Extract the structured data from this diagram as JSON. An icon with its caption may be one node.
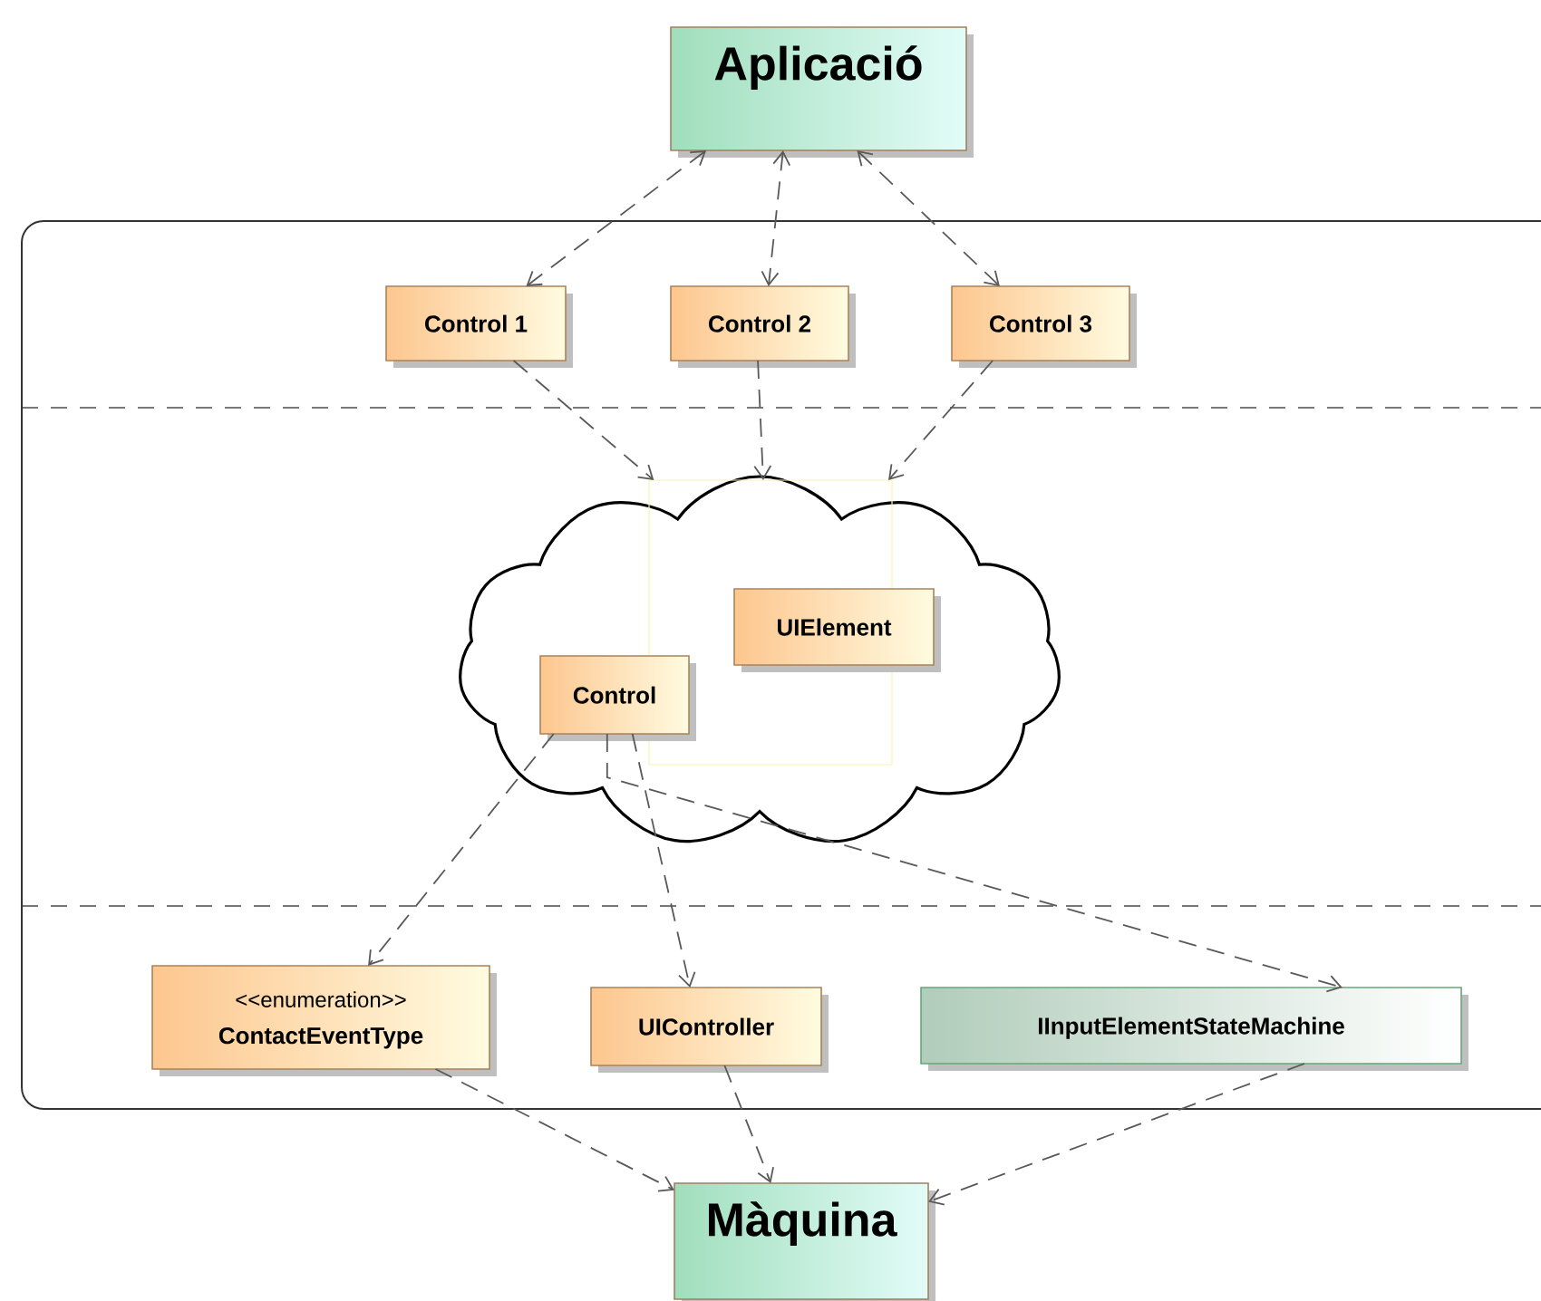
{
  "diagram": {
    "nodes": [
      {
        "text": [
          "Aplicació"
        ]
      },
      {
        "text": [],
        "shape": "box"
      },
      {
        "text": [
          "Control 1"
        ],
        "in": 1
      },
      {
        "text": [
          "Control 2"
        ],
        "in": 1
      },
      {
        "text": [
          "Control 3"
        ],
        "in": 1
      },
      {
        "text": [],
        "shape": "cloud",
        "in": 1
      },
      {
        "text": [],
        "shape": "box",
        "in": 5
      },
      {
        "text": [
          "UIElement"
        ],
        "in": 5
      },
      {
        "text": [
          "Control"
        ],
        "in": 5
      },
      {
        "text": [
          "<<enumeration>>",
          "ContactEventType"
        ],
        "in": 1
      },
      {
        "text": [
          "UIController"
        ],
        "in": 1
      },
      {
        "text": [
          "IInputElementStateMachine"
        ],
        "in": 1
      },
      {
        "text": [
          "Màquina"
        ]
      }
    ],
    "edges": [
      {
        "from": 0,
        "to": 2,
        "arrow": "both",
        "style": "dashed"
      },
      {
        "from": 0,
        "to": 3,
        "arrow": "both",
        "style": "dashed"
      },
      {
        "from": 0,
        "to": 4,
        "arrow": "both",
        "style": "dashed"
      },
      {
        "from": 2,
        "to": 6,
        "arrow": "to",
        "style": "dashed"
      },
      {
        "from": 3,
        "to": 6,
        "arrow": "to",
        "style": "dashed"
      },
      {
        "from": 4,
        "to": 6,
        "arrow": "to",
        "style": "dashed"
      },
      {
        "from": 8,
        "to": 9,
        "arrow": "to",
        "style": "dashed"
      },
      {
        "from": 8,
        "to": 10,
        "arrow": "to",
        "style": "dashed"
      },
      {
        "from": 8,
        "to": 11,
        "arrow": "to",
        "style": "dashed"
      },
      {
        "from": 9,
        "to": 12,
        "arrow": "to",
        "style": "dashed"
      },
      {
        "from": 10,
        "to": 12,
        "arrow": "to",
        "style": "dashed"
      },
      {
        "from": 11,
        "to": 12,
        "arrow": "to",
        "style": "dashed"
      }
    ]
  }
}
